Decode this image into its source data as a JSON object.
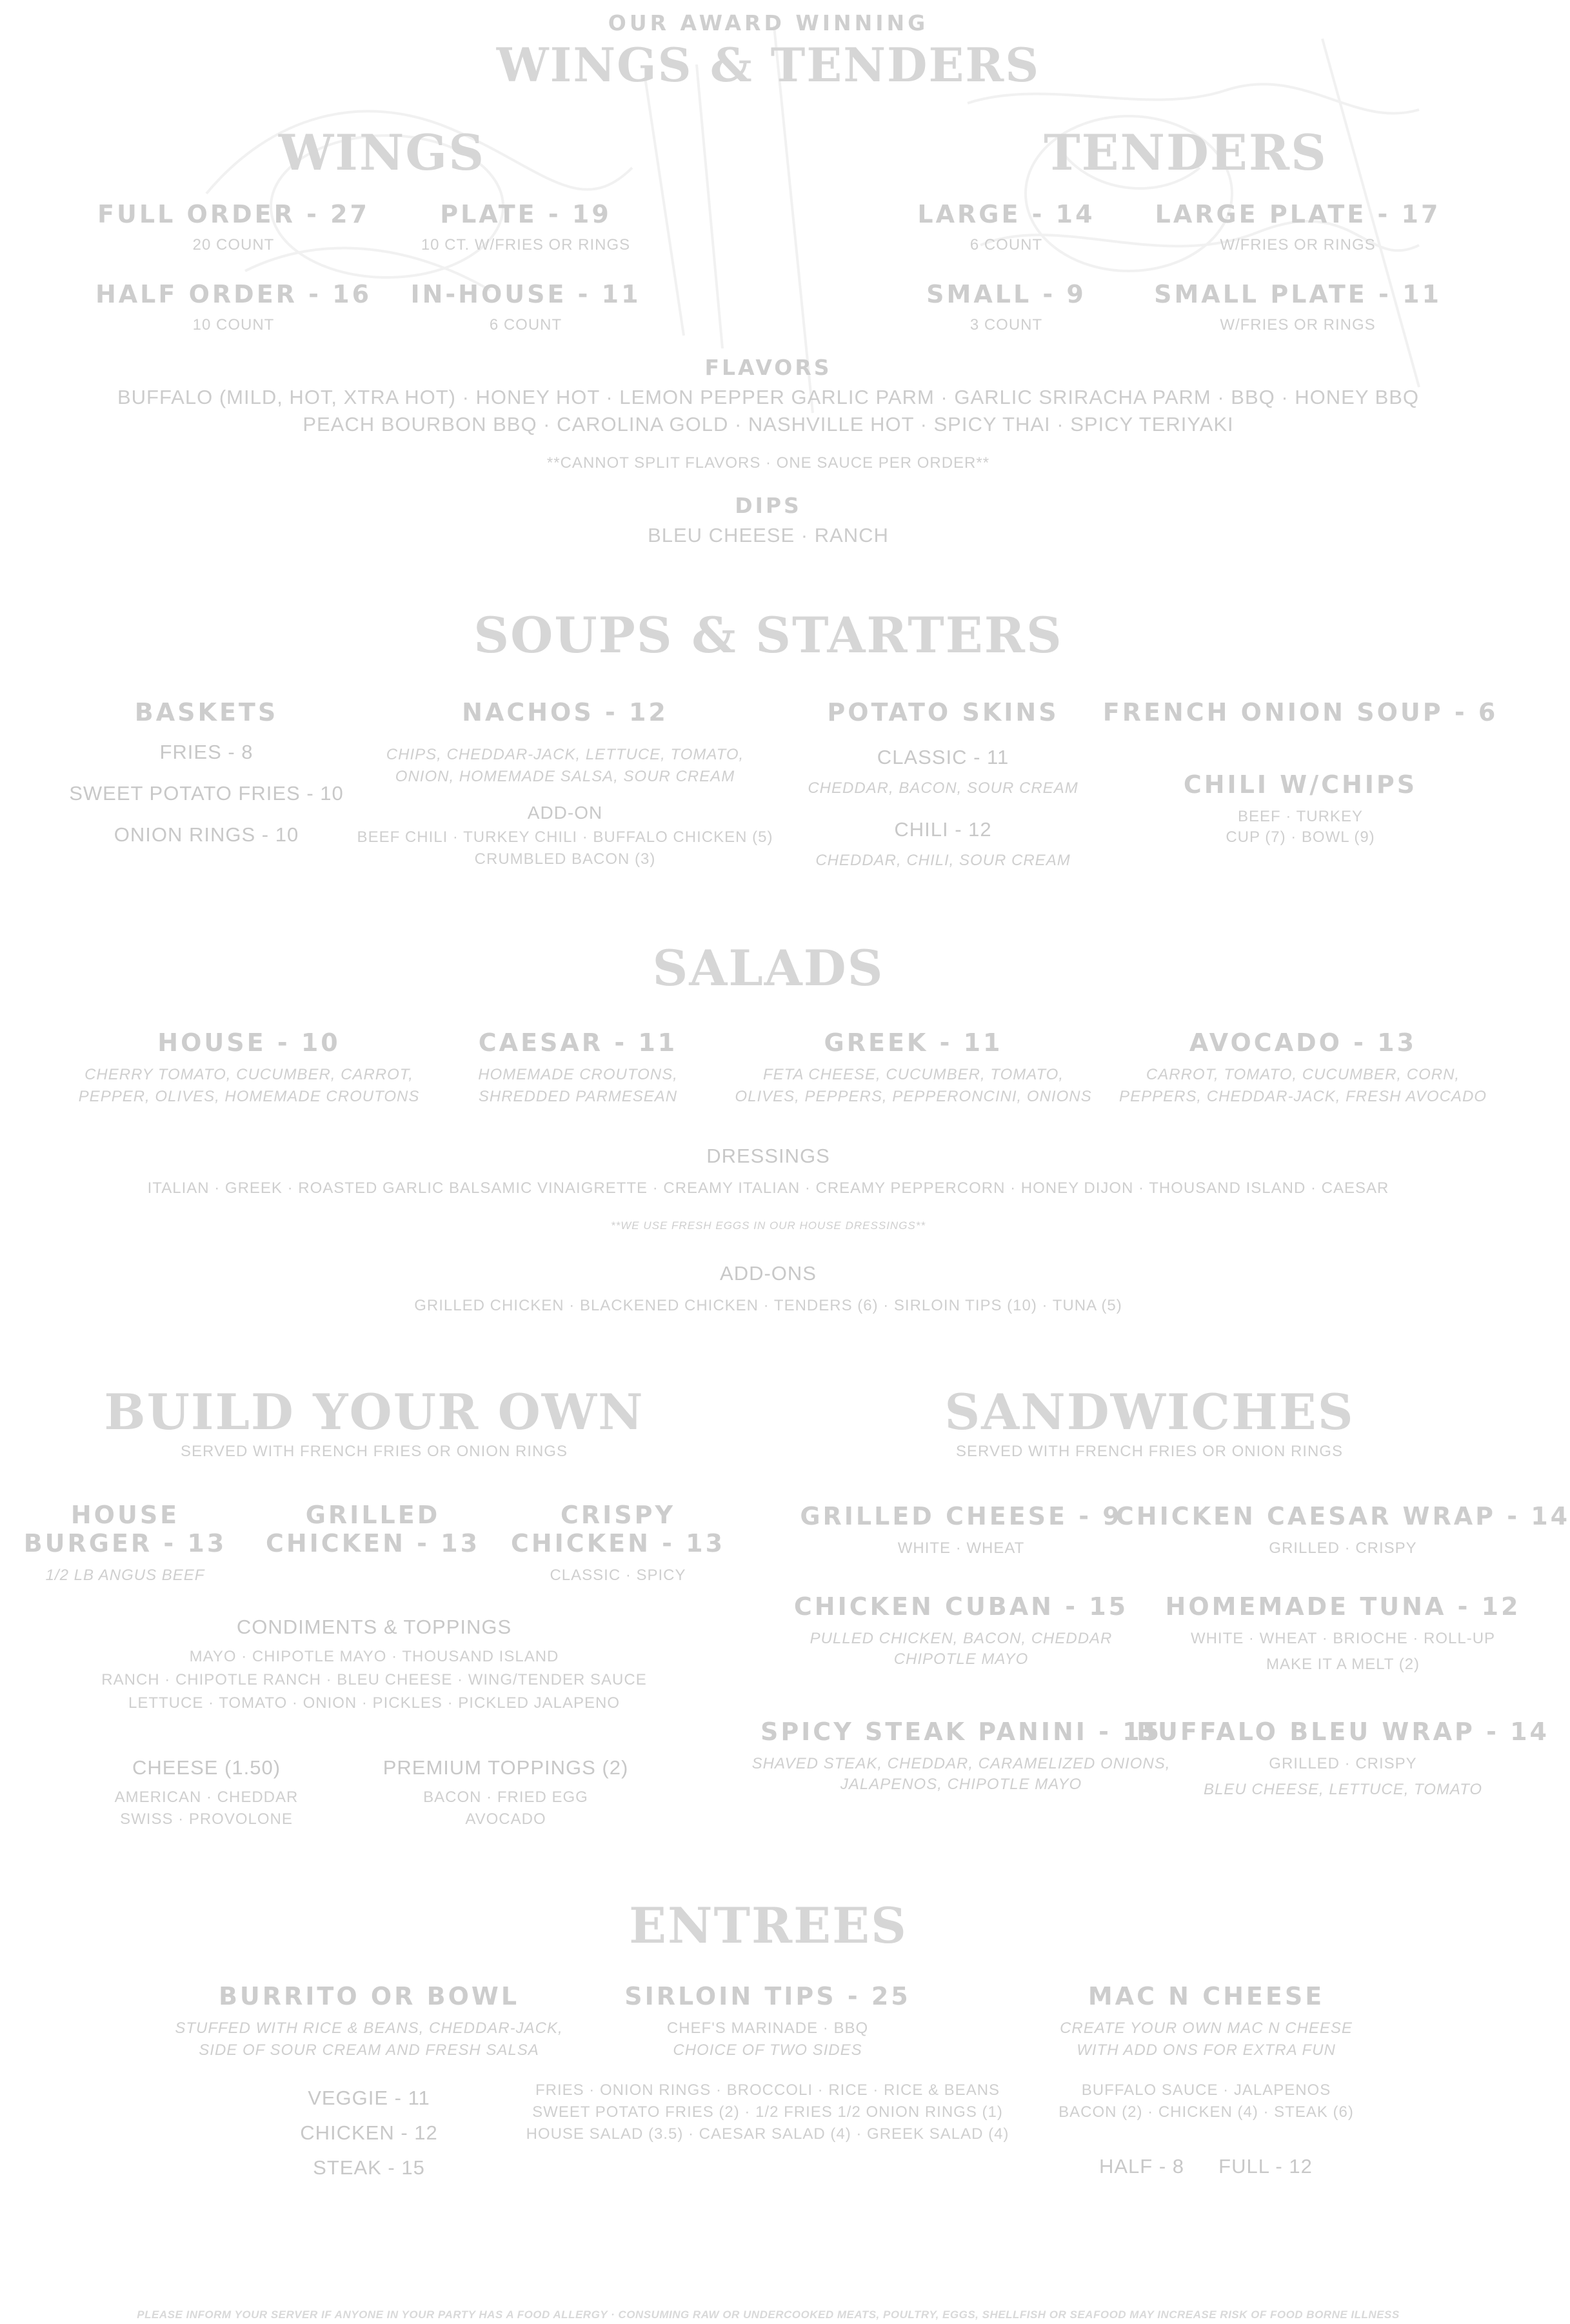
{
  "header": {
    "kicker": "OUR AWARD WINNING",
    "title": "WINGS & TENDERS"
  },
  "wings": {
    "title": "WINGS",
    "full": {
      "name": "FULL ORDER - 27",
      "desc": "20 COUNT"
    },
    "plate": {
      "name": "PLATE - 19",
      "desc": "10 CT. W/FRIES OR RINGS"
    },
    "half": {
      "name": "HALF ORDER - 16",
      "desc": "10 COUNT"
    },
    "inhouse": {
      "name": "IN-HOUSE - 11",
      "desc": "6 COUNT"
    }
  },
  "tenders": {
    "title": "TENDERS",
    "large": {
      "name": "LARGE - 14",
      "desc": "6 COUNT"
    },
    "large_plate": {
      "name": "LARGE PLATE - 17",
      "desc": "W/FRIES OR RINGS"
    },
    "small": {
      "name": "SMALL - 9",
      "desc": "3 COUNT"
    },
    "small_plate": {
      "name": "SMALL PLATE - 11",
      "desc": "W/FRIES OR RINGS"
    }
  },
  "flavors": {
    "title": "FLAVORS",
    "line1": "BUFFALO (MILD, HOT, XTRA HOT) · HONEY HOT · LEMON PEPPER GARLIC PARM · GARLIC SRIRACHA PARM · BBQ · HONEY BBQ",
    "line2": "PEACH BOURBON BBQ · CAROLINA GOLD · NASHVILLE HOT · SPICY THAI · SPICY TERIYAKI",
    "note": "**CANNOT SPLIT FLAVORS · ONE SAUCE PER ORDER**"
  },
  "dips": {
    "title": "DIPS",
    "items": "BLEU CHEESE · RANCH"
  },
  "soups": {
    "title": "SOUPS & STARTERS",
    "baskets": {
      "title": "BASKETS",
      "fries": "FRIES - 8",
      "sweet": "SWEET POTATO FRIES - 10",
      "rings": "ONION RINGS - 10"
    },
    "nachos": {
      "title": "NACHOS - 12",
      "desc1": "CHIPS, CHEDDAR-JACK, LETTUCE, TOMATO,",
      "desc2": "ONION, HOMEMADE SALSA, SOUR CREAM",
      "addon": "ADD-ON",
      "addon1": "BEEF CHILI · TURKEY CHILI · BUFFALO CHICKEN (5)",
      "addon2": "CRUMBLED BACON (3)"
    },
    "skins": {
      "title": "POTATO SKINS",
      "classic": "CLASSIC - 11",
      "classic_desc": "CHEDDAR, BACON, SOUR CREAM",
      "chili": "CHILI - 12",
      "chili_desc": "CHEDDAR, CHILI, SOUR CREAM"
    },
    "onion": {
      "title": "FRENCH ONION SOUP - 6"
    },
    "chili": {
      "title": "CHILI W/CHIPS",
      "desc1": "BEEF · TURKEY",
      "desc2": "CUP (7) · BOWL (9)"
    }
  },
  "salads": {
    "title": "SALADS",
    "house": {
      "name": "HOUSE - 10",
      "d1": "CHERRY TOMATO, CUCUMBER, CARROT,",
      "d2": "PEPPER, OLIVES, HOMEMADE CROUTONS"
    },
    "caesar": {
      "name": "CAESAR - 11",
      "d1": "HOMEMADE CROUTONS,",
      "d2": "SHREDDED PARMESEAN"
    },
    "greek": {
      "name": "GREEK - 11",
      "d1": "FETA CHEESE, CUCUMBER, TOMATO,",
      "d2": "OLIVES, PEPPERS, PEPPERONCINI, ONIONS"
    },
    "avocado": {
      "name": "AVOCADO - 13",
      "d1": "CARROT, TOMATO, CUCUMBER, CORN,",
      "d2": "PEPPERS, CHEDDAR-JACK, FRESH AVOCADO"
    },
    "dressings_title": "DRESSINGS",
    "dressings": "ITALIAN · GREEK · ROASTED GARLIC BALSAMIC VINAIGRETTE · CREAMY ITALIAN · CREAMY PEPPERCORN · HONEY DIJON · THOUSAND ISLAND · CAESAR",
    "eggs_note": "**WE USE FRESH EGGS IN OUR HOUSE DRESSINGS**",
    "addons_title": "ADD-ONS",
    "addons": "GRILLED CHICKEN · BLACKENED CHICKEN · TENDERS (6) · SIRLOIN TIPS (10) · TUNA (5)"
  },
  "build": {
    "title": "BUILD YOUR OWN",
    "served": "SERVED WITH FRENCH FRIES OR ONION RINGS",
    "house1": "HOUSE",
    "house2": "BURGER - 13",
    "house_desc": "1/2 LB ANGUS BEEF",
    "grilled1": "GRILLED",
    "grilled2": "CHICKEN - 13",
    "crispy1": "CRISPY",
    "crispy2": "CHICKEN - 13",
    "crispy_desc": "CLASSIC · SPICY",
    "cond_title": "CONDIMENTS & TOPPINGS",
    "cond1": "MAYO · CHIPOTLE MAYO · THOUSAND ISLAND",
    "cond2": "RANCH · CHIPOTLE RANCH · BLEU CHEESE · WING/TENDER SAUCE",
    "cond3": "LETTUCE · TOMATO · ONION · PICKLES · PICKLED JALAPENO",
    "cheese_title": "CHEESE (1.50)",
    "cheese1": "AMERICAN · CHEDDAR",
    "cheese2": "SWISS · PROVOLONE",
    "prem_title": "PREMIUM TOPPINGS (2)",
    "prem1": "BACON · FRIED EGG",
    "prem2": "AVOCADO"
  },
  "sandwiches": {
    "title": "SANDWICHES",
    "served": "SERVED WITH FRENCH FRIES OR ONION RINGS",
    "gc": {
      "name": "GRILLED CHEESE - 9",
      "d1": "WHITE · WHEAT"
    },
    "ccw": {
      "name": "CHICKEN CAESAR WRAP - 14",
      "d1": "GRILLED · CRISPY"
    },
    "cuban": {
      "name": "CHICKEN CUBAN - 15",
      "d1": "PULLED CHICKEN, BACON, CHEDDAR",
      "d2": "CHIPOTLE MAYO"
    },
    "tuna": {
      "name": "HOMEMADE TUNA - 12",
      "d1": "WHITE · WHEAT · BRIOCHE · ROLL-UP",
      "d2": "MAKE IT A MELT (2)"
    },
    "panini": {
      "name": "SPICY STEAK PANINI - 15",
      "d1": "SHAVED STEAK, CHEDDAR, CARAMELIZED ONIONS,",
      "d2": "JALAPENOS, CHIPOTLE MAYO"
    },
    "bbw": {
      "name": "BUFFALO BLEU WRAP - 14",
      "d1": "GRILLED · CRISPY",
      "d2": "BLEU CHEESE, LETTUCE, TOMATO"
    }
  },
  "entrees": {
    "title": "ENTREES",
    "burrito": {
      "name": "BURRITO OR BOWL",
      "d1": "STUFFED WITH RICE & BEANS, CHEDDAR-JACK,",
      "d2": "SIDE OF SOUR CREAM AND FRESH SALSA",
      "veggie": "VEGGIE - 11",
      "chicken": "CHICKEN - 12",
      "steak": "STEAK - 15"
    },
    "sirloin": {
      "name": "SIRLOIN TIPS - 25",
      "d1": "CHEF'S MARINADE · BBQ",
      "d2": "CHOICE OF TWO SIDES",
      "s1": "FRIES · ONION RINGS · BROCCOLI · RICE · RICE & BEANS",
      "s2": "SWEET POTATO FRIES (2) · 1/2 FRIES 1/2 ONION RINGS (1)",
      "s3": "HOUSE SALAD (3.5) · CAESAR SALAD (4) · GREEK SALAD (4)"
    },
    "mac": {
      "name": "MAC N CHEESE",
      "d1": "CREATE YOUR OWN MAC N CHEESE",
      "d2": "WITH ADD ONS FOR EXTRA FUN",
      "a1": "BUFFALO SAUCE · JALAPENOS",
      "a2": "BACON (2) · CHICKEN (4) · STEAK (6)",
      "half": "HALF - 8",
      "full": "FULL - 12"
    }
  },
  "footer": {
    "note": "PLEASE INFORM YOUR SERVER IF ANYONE IN YOUR PARTY HAS A FOOD ALLERGY · CONSUMING RAW OR UNDERCOOKED MEATS, POULTRY, EGGS, SHELLFISH OR SEAFOOD MAY INCREASE RISK OF FOOD BORNE ILLNESS"
  }
}
